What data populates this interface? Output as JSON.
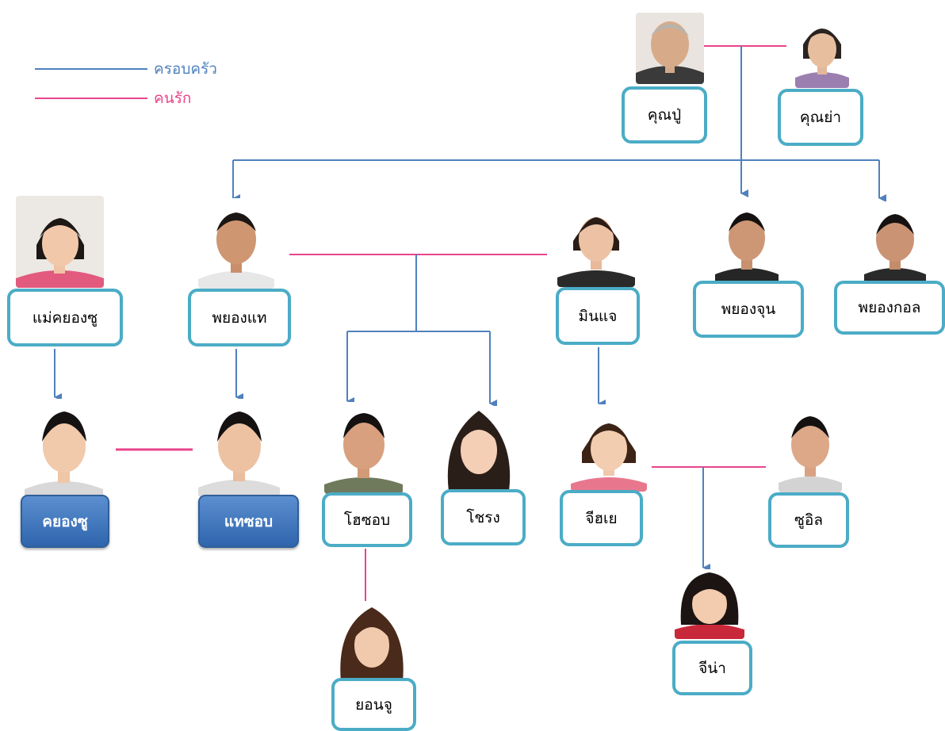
{
  "legend": {
    "family": "ครอบครัว",
    "lover": "คนรัก",
    "family_color": "#4f81bd",
    "lover_color": "#e8458b"
  },
  "colors": {
    "box_border": "#4bacc6",
    "highlight_box": "#3b73bd"
  },
  "people": {
    "grandfather": "คุณปู่",
    "grandmother": "คุณย่า",
    "mother_kyongsu": "แม่คยองซู",
    "pyongtae": "พยองแท",
    "minjae": "มินแจ",
    "pyongjun": "พยองจุน",
    "pyonggol": "พยองกอล",
    "kyongsu": "คยองซู",
    "taesob": "แทซอบ",
    "hosob": "โฮซอบ",
    "chorong": "โชรง",
    "jihye": "จีฮเย",
    "suil": "ซูอิล",
    "yonju": "ยอนจู",
    "jina": "จีน่า"
  }
}
